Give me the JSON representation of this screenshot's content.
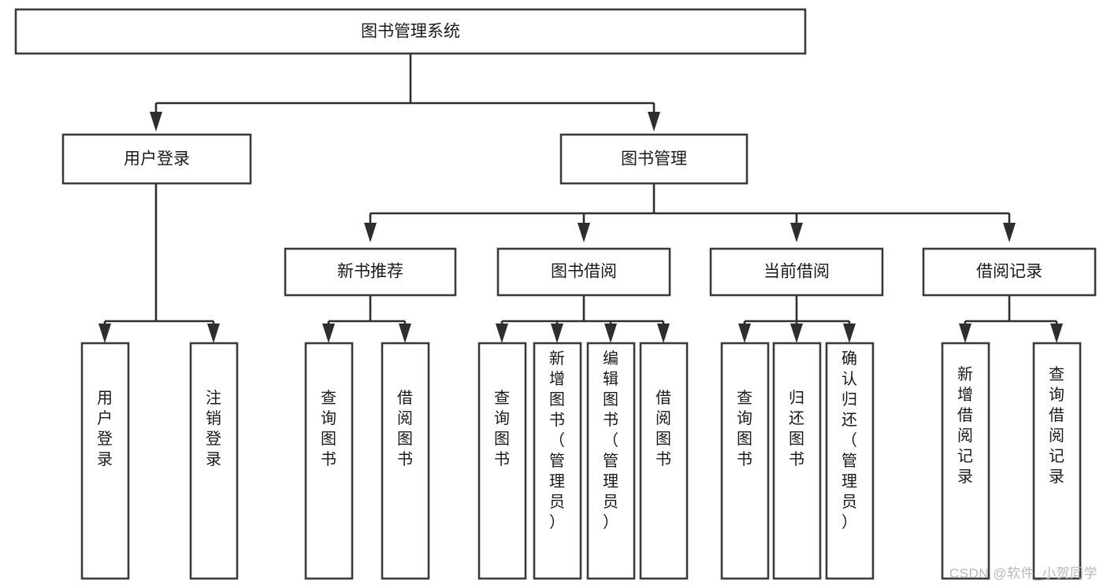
{
  "diagram": {
    "type": "tree",
    "title": "图书管理系统",
    "root": {
      "id": "root",
      "label": "图书管理系统"
    },
    "level2": [
      {
        "id": "user-login",
        "label": "用户登录"
      },
      {
        "id": "book-manage",
        "label": "图书管理"
      }
    ],
    "level3": [
      {
        "id": "new-book-recommend",
        "label": "新书推荐",
        "parent": "book-manage"
      },
      {
        "id": "book-borrow",
        "label": "图书借阅",
        "parent": "book-manage"
      },
      {
        "id": "current-borrow",
        "label": "当前借阅",
        "parent": "book-manage"
      },
      {
        "id": "borrow-record",
        "label": "借阅记录",
        "parent": "book-manage"
      }
    ],
    "leaves": [
      {
        "id": "leaf-user-login",
        "label": "用户登录",
        "parent": "user-login"
      },
      {
        "id": "leaf-logout-login",
        "label": "注销登录",
        "parent": "user-login"
      },
      {
        "id": "leaf-query-book-1",
        "label": "查询图书",
        "parent": "new-book-recommend"
      },
      {
        "id": "leaf-borrow-book-1",
        "label": "借阅图书",
        "parent": "new-book-recommend"
      },
      {
        "id": "leaf-query-book-2",
        "label": "查询图书",
        "parent": "book-borrow"
      },
      {
        "id": "leaf-add-book",
        "label": "新增图书（管理员）",
        "parent": "book-borrow"
      },
      {
        "id": "leaf-edit-book",
        "label": "编辑图书（管理员）",
        "parent": "book-borrow"
      },
      {
        "id": "leaf-borrow-book-2",
        "label": "借阅图书",
        "parent": "book-borrow"
      },
      {
        "id": "leaf-query-book-3",
        "label": "查询图书",
        "parent": "current-borrow"
      },
      {
        "id": "leaf-return-book",
        "label": "归还图书",
        "parent": "current-borrow"
      },
      {
        "id": "leaf-confirm-return",
        "label": "确认归还（管理员）",
        "parent": "current-borrow"
      },
      {
        "id": "leaf-add-record",
        "label": "新增借阅记录",
        "parent": "borrow-record"
      },
      {
        "id": "leaf-query-record",
        "label": "查询借阅记录",
        "parent": "borrow-record"
      }
    ],
    "colors": {
      "box_fill": "#ffffff",
      "box_stroke": "#3b3b3b",
      "connector": "#2e2e2e",
      "text": "#1a1a1a",
      "watermark": "#b9b9b9"
    }
  },
  "watermark": {
    "text": "CSDN @软件_小贺同学"
  }
}
